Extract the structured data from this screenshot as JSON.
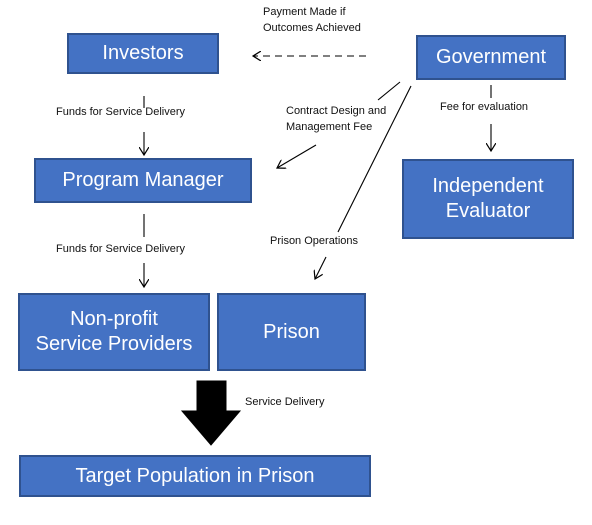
{
  "nodes": {
    "investors": "Investors",
    "government": "Government",
    "program_manager": "Program Manager",
    "independent_evaluator": "Independent\nEvaluator",
    "nonprofit": "Non-profit\nService Providers",
    "prison": "Prison",
    "target_population": "Target Population in Prison"
  },
  "edges": {
    "payment": "Payment Made if\nOutcomes Achieved",
    "funds_1": "Funds for Service Delivery",
    "contract": "Contract Design and\nManagement Fee",
    "fee_eval": "Fee for evaluation",
    "funds_2": "Funds for Service Delivery",
    "prison_ops": "Prison Operations",
    "service_delivery": "Service Delivery"
  },
  "colors": {
    "box_fill": "#4472c4",
    "box_border": "#2f528f",
    "box_text": "#ffffff",
    "arrow": "#000000"
  }
}
